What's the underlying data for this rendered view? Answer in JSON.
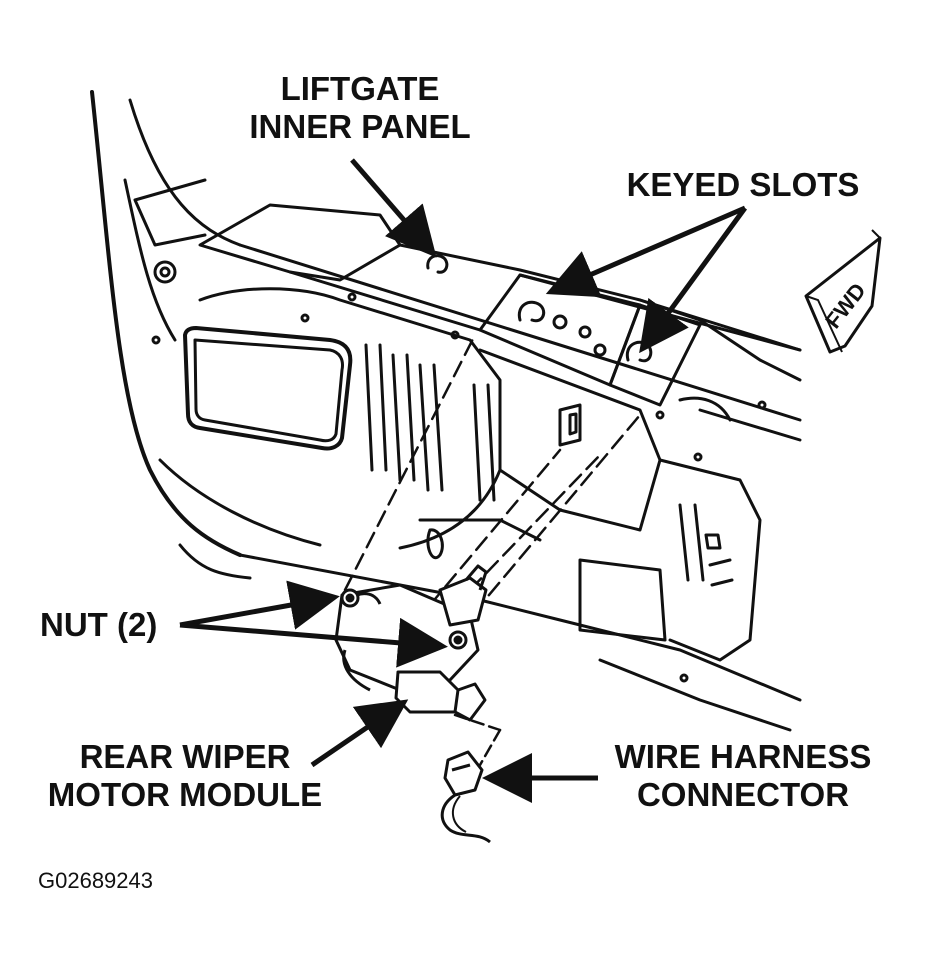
{
  "labels": {
    "liftgate_inner_panel_line1": "LIFTGATE",
    "liftgate_inner_panel_line2": "INNER PANEL",
    "keyed_slots": "KEYED SLOTS",
    "nut": "NUT (2)",
    "rear_wiper_line1": "REAR WIPER",
    "rear_wiper_line2": "MOTOR MODULE",
    "wire_harness_line1": "WIRE HARNESS",
    "wire_harness_line2": "CONNECTOR"
  },
  "fwd_indicator": "FWD",
  "figure_code": "G02689243",
  "colors": {
    "ink": "#111111",
    "background": "#ffffff"
  }
}
